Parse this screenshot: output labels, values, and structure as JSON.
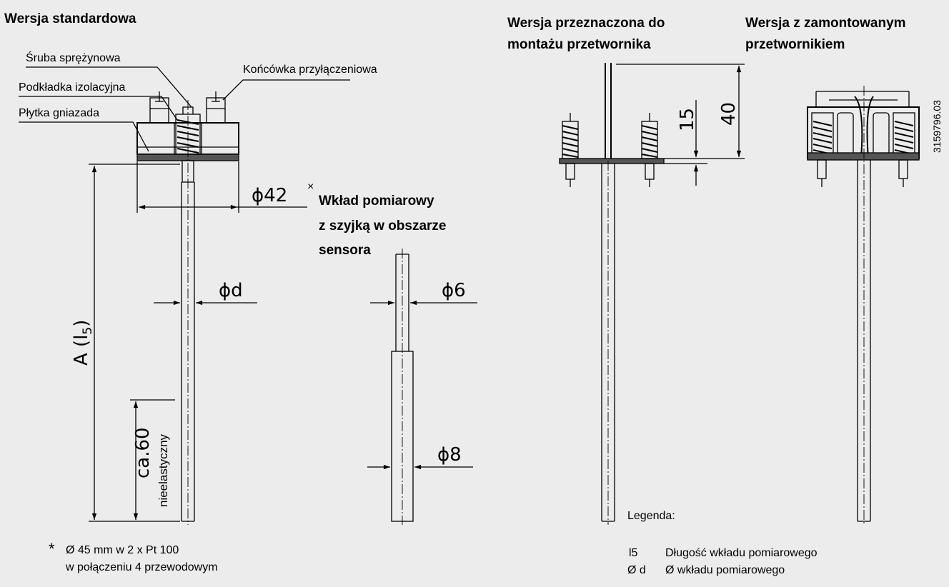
{
  "headings": {
    "standard": "Wersja standardowa",
    "transmitter_mount_l1": "Wersja przeznaczona do",
    "transmitter_mount_l2": "montażu przetwornika",
    "mounted_transmitter_l1": "Wersja z zamontowanym",
    "mounted_transmitter_l2": "przetwornikiem",
    "insert_l1": "Wkład pomiarowy",
    "insert_l2": "z szyjką  w obszarze",
    "insert_l3": "sensora"
  },
  "labels": {
    "spring_screw": "Śruba sprężynowa",
    "terminal": "Końcówka przyłączeniowa",
    "insulating_washer": "Podkładka izolacyjna",
    "socket_plate": "Płytka gniazada"
  },
  "dimensions": {
    "d42": "ϕ42",
    "d42_mark": "×",
    "dd": "ϕd",
    "d6": "ϕ6",
    "d8": "ϕ8",
    "a_l5_main": "A (l",
    "a_l5_sub": "5",
    "a_l5_close": ")",
    "ca60": "ca.60",
    "inelastic": "nieelastyczny",
    "v15": "15",
    "v40": "40"
  },
  "drawing_number": "3159796.03",
  "footnote": {
    "star": "*",
    "line1": "Ø 45 mm w 2 x Pt 100",
    "line2": "w połączeniu 4 przewodowym"
  },
  "legend": {
    "title": "Legenda:",
    "items": [
      {
        "symbol": "l5",
        "text": "Długość wkładu pomiarowego"
      },
      {
        "symbol": "Ø d",
        "text": "Ø wkładu pomiarowego"
      }
    ]
  }
}
